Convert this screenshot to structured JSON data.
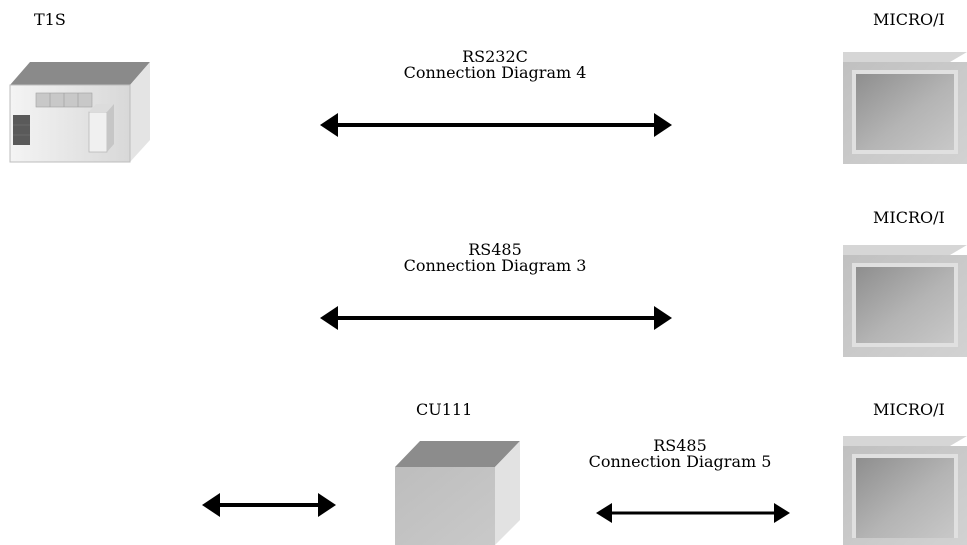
{
  "devices": {
    "plc": {
      "label": "T1S"
    },
    "cu": {
      "label": "CU111"
    },
    "panels": [
      {
        "label": "MICRO/I"
      },
      {
        "label": "MICRO/I"
      },
      {
        "label": "MICRO/I"
      }
    ]
  },
  "connections": [
    {
      "protocol": "RS232C",
      "diagram": "Connection Diagram 4"
    },
    {
      "protocol": "RS485",
      "diagram": "Connection Diagram 3"
    },
    {
      "protocol": "RS485",
      "diagram": "Connection Diagram 5"
    }
  ],
  "colors": {
    "arrow": "#000000",
    "panel_frame": "#c6c6c6",
    "panel_screen": "#a9a9a9",
    "device_top": "#8c8c8c"
  }
}
